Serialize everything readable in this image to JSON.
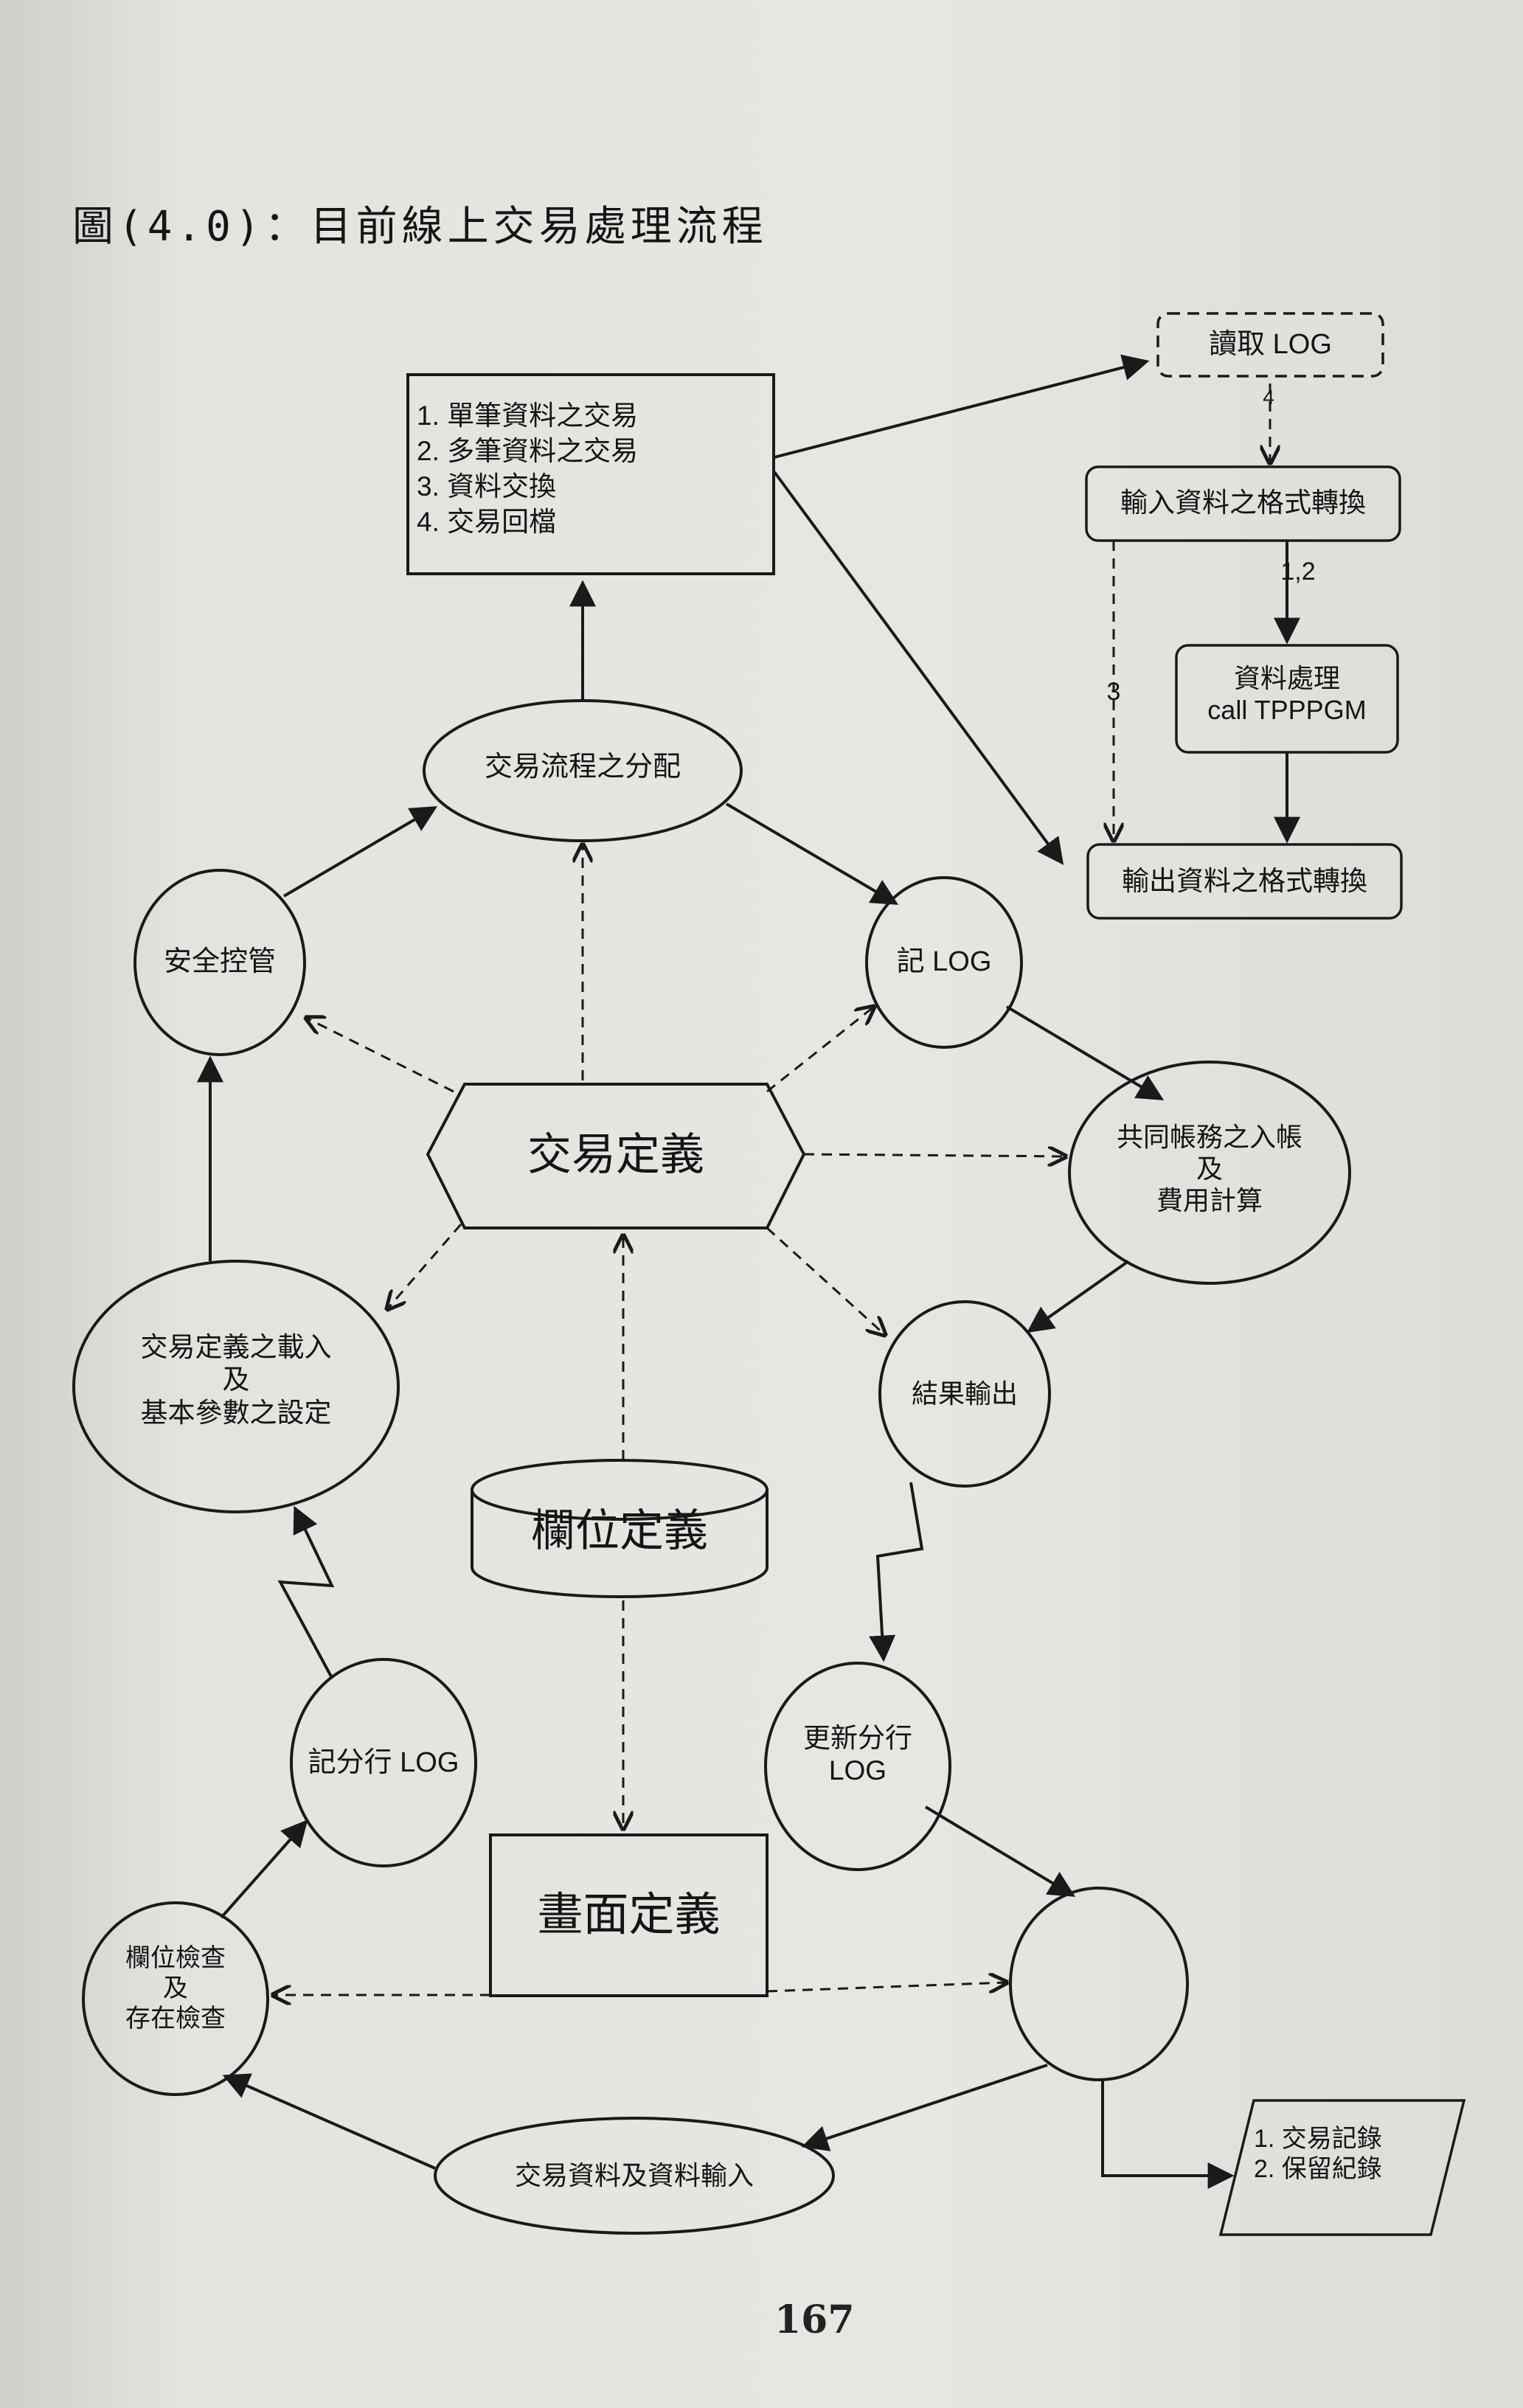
{
  "title": "圖(4.0)：目前線上交易處理流程",
  "page_number": "167",
  "nodes": {
    "main_box": [
      "1. 單筆資料之交易",
      "2. 多筆資料之交易",
      "3. 資料交換",
      "4. 交易回檔"
    ],
    "dispatch": "交易流程之分配",
    "security": "安全控管",
    "log": "記 LOG",
    "transaction_definition": "交易定義",
    "shared_account": [
      "共同帳務之入帳",
      "及",
      "費用計算"
    ],
    "load_definition": [
      "交易定義之載入",
      "及",
      "基本參數之設定"
    ],
    "result_output": "結果輸出",
    "field_definition": "欄位定義",
    "branch_log": "記分行 LOG",
    "update_branch_log": [
      "更新分行",
      "LOG"
    ],
    "screen_definition": "畫面定義",
    "field_check": [
      "欄位檢查",
      "及",
      "存在檢查"
    ],
    "transaction_input": "交易資料及資料輸入",
    "read_log": "讀取 LOG",
    "input_format": "輸入資料之格式轉換",
    "data_processing": [
      "資料處理",
      "call TPPPGM"
    ],
    "output_format": "輸出資料之格式轉換",
    "output_doc": [
      "1. 交易記錄",
      "2. 保留紀錄"
    ]
  },
  "edge_labels": {
    "read_to_input": "4",
    "input_to_processing": "1,2",
    "input_to_output": "3"
  }
}
